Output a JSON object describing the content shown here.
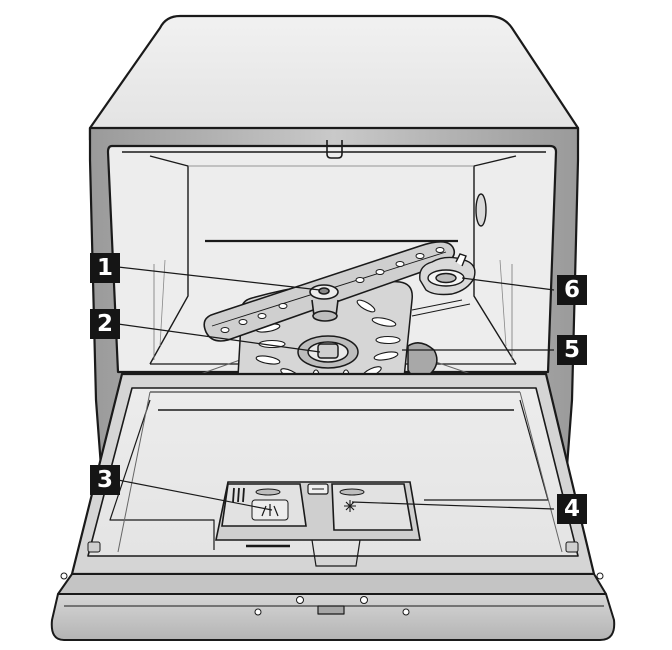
{
  "callouts": [
    {
      "id": "1",
      "label": "1"
    },
    {
      "id": "2",
      "label": "2"
    },
    {
      "id": "3",
      "label": "3"
    },
    {
      "id": "4",
      "label": "4"
    },
    {
      "id": "5",
      "label": "5"
    },
    {
      "id": "6",
      "label": "6"
    }
  ],
  "colors": {
    "callout_bg": "#151515",
    "callout_text": "#ffffff",
    "outline": "#1a1a1a",
    "body_fill": "#e8e8e8",
    "interior_fill": "#ececec",
    "door_fill": "#d8d8d8",
    "trim_fill": "#c8c8c8"
  }
}
